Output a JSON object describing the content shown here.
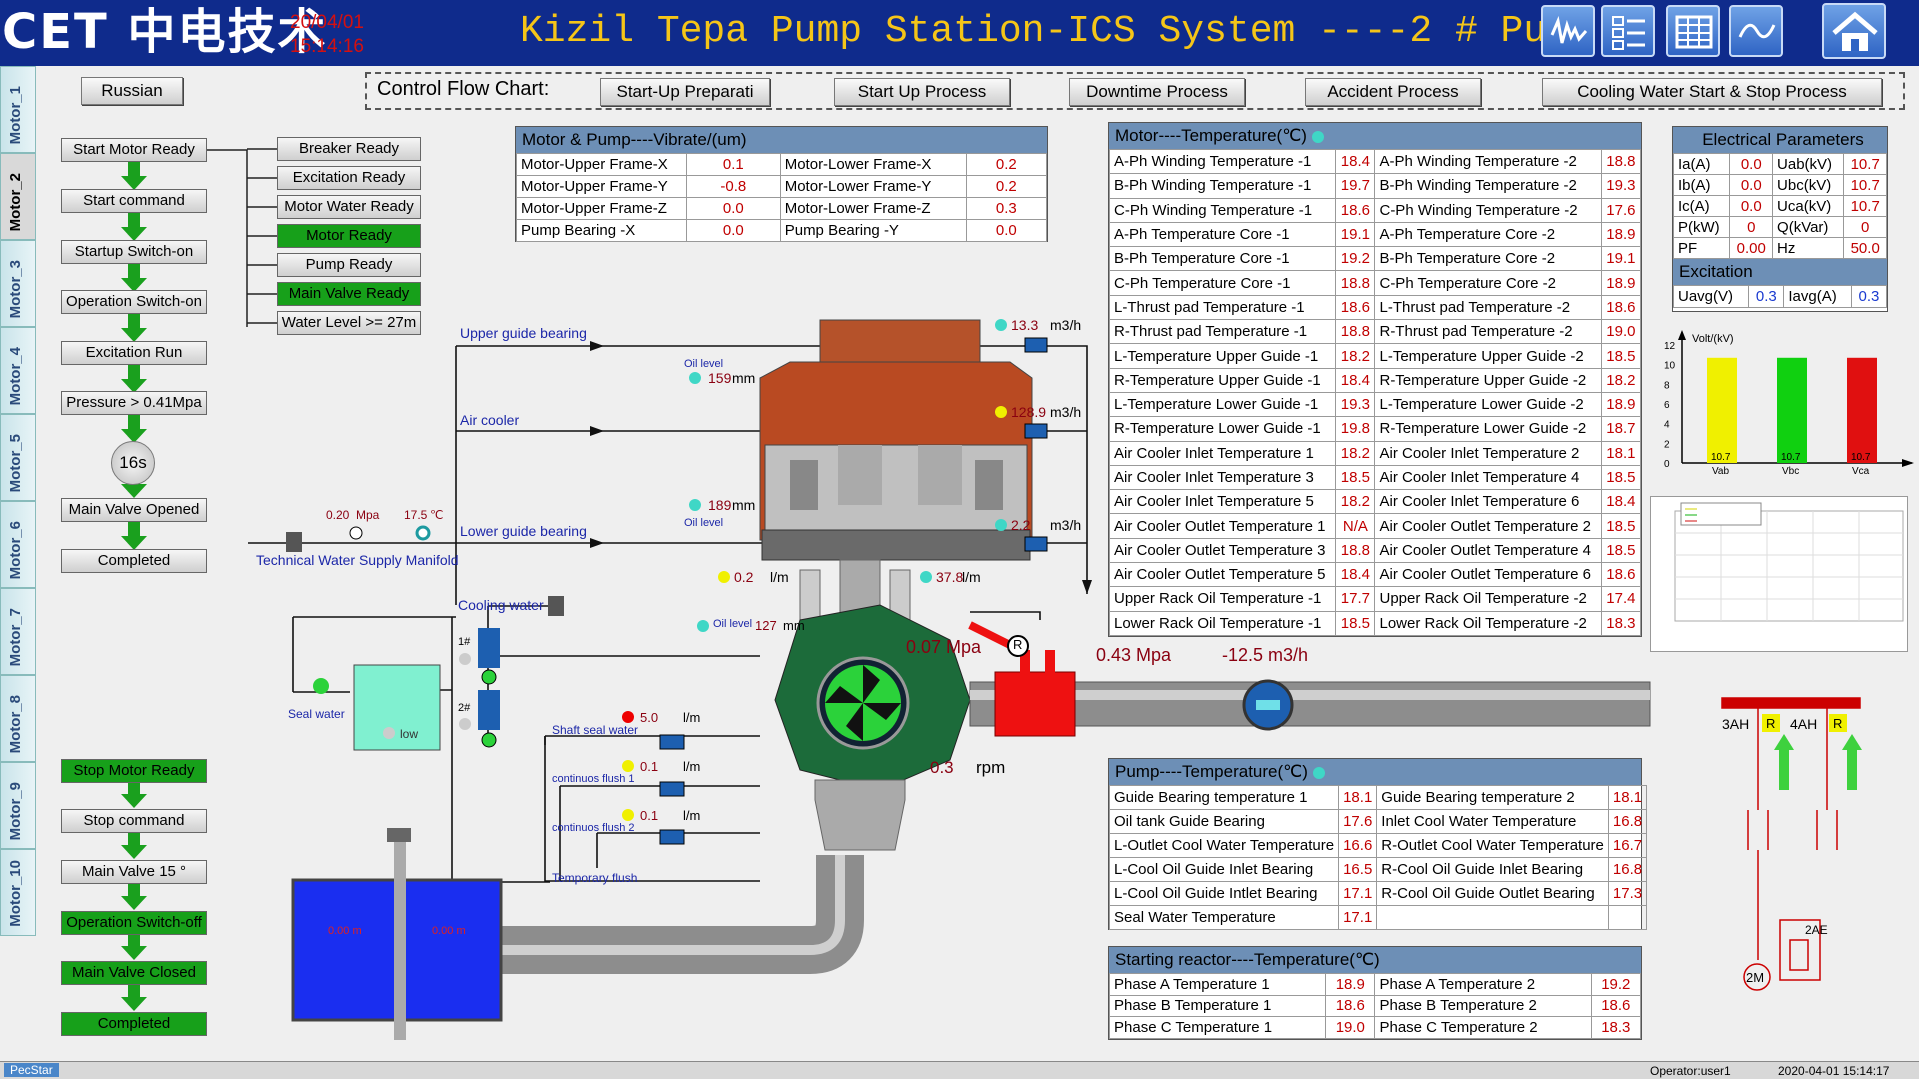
{
  "header": {
    "logo": "CET 中电技术",
    "date": "20/04/01",
    "time": "15:14:16",
    "title": "Kizil Tepa Pump Station-ICS System ----2 # Pump",
    "icons": [
      "waveform-icon",
      "checklist-icon",
      "table-icon",
      "trend-icon",
      "home-icon"
    ]
  },
  "motor_tabs": [
    "Motor_1",
    "Motor_2",
    "Motor_3",
    "Motor_4",
    "Motor_5",
    "Motor_6",
    "Motor_7",
    "Motor_8",
    "Motor_9",
    "Motor_10"
  ],
  "active_tab": "Motor_2",
  "language_button": "Russian",
  "flow_chart": {
    "label": "Control Flow Chart:",
    "buttons": [
      "Start-Up Preparati",
      "Start Up Process",
      "Downtime Process",
      "Accident Process",
      "Cooling Water Start & Stop Process"
    ]
  },
  "start_sequence": [
    "Start Motor Ready",
    "Start command",
    "Startup Switch-on",
    "Operation Switch-on",
    "Excitation Run",
    "Pressure > 0.41Mpa",
    "Main Valve Opened",
    "Completed"
  ],
  "timer": "16s",
  "conditions": [
    {
      "label": "Breaker Ready",
      "on": false
    },
    {
      "label": "Excitation Ready",
      "on": false
    },
    {
      "label": "Motor Water Ready",
      "on": false
    },
    {
      "label": "Motor Ready",
      "on": true
    },
    {
      "label": "Pump Ready",
      "on": false
    },
    {
      "label": "Main Valve Ready",
      "on": true
    },
    {
      "label": "Water Level >= 27m",
      "on": false
    }
  ],
  "stop_sequence": [
    {
      "label": "Stop Motor Ready",
      "on": true
    },
    {
      "label": "Stop command",
      "on": false
    },
    {
      "label": "Main Valve 15 °",
      "on": false
    },
    {
      "label": "Operation Switch-off",
      "on": true
    },
    {
      "label": "Main Valve Closed",
      "on": true
    },
    {
      "label": "Completed",
      "on": true
    }
  ],
  "vibrate": {
    "title": "Motor & Pump----Vibrate/(um)",
    "rows": [
      [
        "Motor-Upper Frame-X",
        "0.1",
        "Motor-Lower Frame-X",
        "0.2"
      ],
      [
        "Motor-Upper Frame-Y",
        "-0.8",
        "Motor-Lower Frame-Y",
        "0.2"
      ],
      [
        "Motor-Upper Frame-Z",
        "0.0",
        "Motor-Lower Frame-Z",
        "0.3"
      ],
      [
        "Pump Bearing -X",
        "0.0",
        "Pump Bearing -Y",
        "0.0"
      ]
    ]
  },
  "motor_temp": {
    "title": "Motor----Temperature(℃)",
    "rows": [
      [
        "A-Ph Winding Temperature -1",
        "18.4",
        "A-Ph Winding Temperature -2",
        "18.8"
      ],
      [
        "B-Ph Winding Temperature -1",
        "19.7",
        "B-Ph Winding Temperature -2",
        "19.3"
      ],
      [
        "C-Ph Winding Temperature -1",
        "18.6",
        "C-Ph Winding Temperature -2",
        "17.6"
      ],
      [
        "A-Ph Temperature  Core -1",
        "19.1",
        "A-Ph Temperature  Core -2",
        "18.9"
      ],
      [
        "B-Ph Temperature  Core -1",
        "19.2",
        "B-Ph Temperature  Core -2",
        "19.1"
      ],
      [
        "C-Ph Temperature  Core -1",
        "18.8",
        "C-Ph Temperature  Core -2",
        "18.9"
      ],
      [
        "L-Thrust pad Temperature -1",
        "18.6",
        "L-Thrust pad Temperature -2",
        "18.6"
      ],
      [
        "R-Thrust pad Temperature -1",
        "18.8",
        "R-Thrust pad Temperature -2",
        "19.0"
      ],
      [
        "L-Temperature Upper Guide -1",
        "18.2",
        "L-Temperature Upper Guide -2",
        "18.5"
      ],
      [
        "R-Temperature Upper Guide -1",
        "18.4",
        "R-Temperature Upper Guide -2",
        "18.2"
      ],
      [
        "L-Temperature Lower Guide -1",
        "19.3",
        "L-Temperature Lower Guide -2",
        "18.9"
      ],
      [
        "R-Temperature Lower Guide -1",
        "19.8",
        "R-Temperature Lower Guide -2",
        "18.7"
      ],
      [
        "Air Cooler Inlet Temperature 1",
        "18.2",
        "Air Cooler Inlet Temperature 2",
        "18.1"
      ],
      [
        "Air Cooler Inlet Temperature 3",
        "18.5",
        "Air Cooler Inlet Temperature 4",
        "18.5"
      ],
      [
        "Air Cooler Inlet Temperature 5",
        "18.2",
        "Air Cooler Inlet Temperature 6",
        "18.4"
      ],
      [
        "Air Cooler Outlet Temperature 1",
        "N/A",
        "Air Cooler Outlet Temperature 2",
        "18.5"
      ],
      [
        "Air Cooler Outlet Temperature 3",
        "18.8",
        "Air Cooler Outlet Temperature 4",
        "18.5"
      ],
      [
        "Air Cooler Outlet Temperature 5",
        "18.4",
        "Air Cooler Outlet Temperature 6",
        "18.6"
      ],
      [
        "Upper Rack Oil Temperature -1",
        "17.7",
        "Upper Rack Oil Temperature -2",
        "17.4"
      ],
      [
        "Lower Rack Oil Temperature -1",
        "18.5",
        "Lower Rack Oil Temperature -2",
        "18.3"
      ]
    ]
  },
  "electrical": {
    "title": "Electrical Parameters",
    "rows": [
      [
        "Ia(A)",
        "0.0",
        "Uab(kV)",
        "10.7"
      ],
      [
        "Ib(A)",
        "0.0",
        "Ubc(kV)",
        "10.7"
      ],
      [
        "Ic(A)",
        "0.0",
        "Uca(kV)",
        "10.7"
      ],
      [
        "P(kW)",
        "0",
        "Q(kVar)",
        "0"
      ],
      [
        "PF",
        "0.00",
        "Hz",
        "50.0"
      ]
    ],
    "excitation_title": "Excitation",
    "excitation": [
      "Uavg(V)",
      "0.3",
      "Iavg(A)",
      "0.3"
    ]
  },
  "chart_data": {
    "type": "bar",
    "ylabel": "Volt/(kV)",
    "categories": [
      "Vab",
      "Vbc",
      "Vca"
    ],
    "values": [
      10.7,
      10.7,
      10.7
    ],
    "value_labels": [
      "10.7",
      "10.7",
      "10.7"
    ],
    "colors": [
      "#f0f000",
      "#10d010",
      "#e01010"
    ],
    "yticks": [
      "0",
      "2",
      "4",
      "6",
      "8",
      "10",
      "12"
    ],
    "ylim": [
      0,
      12
    ]
  },
  "pump_temp": {
    "title": "Pump----Temperature(℃)",
    "rows": [
      [
        "Guide Bearing temperature 1",
        "18.1",
        "Guide Bearing temperature 2",
        "18.1"
      ],
      [
        "Oil tank Guide Bearing",
        "17.6",
        "Inlet Cool Water Temperature",
        "16.8"
      ],
      [
        "L-Outlet Cool Water Temperature",
        "16.6",
        "R-Outlet Cool Water Temperature",
        "16.7"
      ],
      [
        "L-Cool Oil Guide Inlet Bearing",
        "16.5",
        "R-Cool Oil Guide Inlet Bearing",
        "16.8"
      ],
      [
        "L-Cool Oil Guide Intlet Bearing",
        "17.1",
        "R-Cool Oil Guide Outlet Bearing",
        "17.3"
      ],
      [
        "Seal Water Temperature",
        "17.1",
        "",
        ""
      ]
    ]
  },
  "reactor_temp": {
    "title": "Starting reactor----Temperature(℃)",
    "rows": [
      [
        "Phase A Temperature 1",
        "18.9",
        "Phase A Temperature 2",
        "19.2"
      ],
      [
        "Phase B Temperature 1",
        "18.6",
        "Phase B Temperature 2",
        "18.6"
      ],
      [
        "Phase C Temperature 1",
        "19.0",
        "Phase C Temperature 2",
        "18.3"
      ]
    ]
  },
  "diagram": {
    "upper_guide_bearing": "Upper guide bearing",
    "air_cooler": "Air cooler",
    "lower_guide_bearing": "Lower guide bearing",
    "cooling_water": "Cooling water",
    "technical_water": "Technical Water Supply Manifold",
    "seal_water": "Seal water",
    "shaft_seal_water": "Shaft seal water",
    "continuous_flush_1": "continuos flush 1",
    "continuous_flush_2": "continuos flush 2",
    "temporary_flush": "Temporary flush",
    "oil_level_label": "Oil level",
    "low_label": "low",
    "pump1": "1#",
    "pump2": "2#",
    "flow_upper": "13.3",
    "flow_air": "128.9",
    "flow_lower": "2.2",
    "flow_unit": "m3/h",
    "oil_upper": "159",
    "oil_lower": "189",
    "oil_pump": "127",
    "mm": "mm",
    "mpa_inlet": "0.20",
    "mpa": "Mpa",
    "temp_inlet": "17.5",
    "celsius": "℃",
    "lm_left": "0.2",
    "lm_right": "37.8",
    "lm_unit": "l/m",
    "shaft_seal_flow": "5.0",
    "flush1_flow": "0.1",
    "flush2_flow": "0.1",
    "pump_pressure": "0.07 Mpa",
    "outlet_pressure": "0.43 Mpa",
    "outlet_flow": "-12.5 m3/h",
    "rpm_value": "0.3",
    "rpm": "rpm",
    "level_left": "0.00 m",
    "level_right": "0.00 m",
    "r_label": "R",
    "ah3": "3AH",
    "ah4": "4AH",
    "ae2": "2AE",
    "m2": "2M"
  },
  "status": {
    "app": "PecStar",
    "operator": "Operator:user1",
    "datetime": "2020-04-01  15:14:17"
  }
}
